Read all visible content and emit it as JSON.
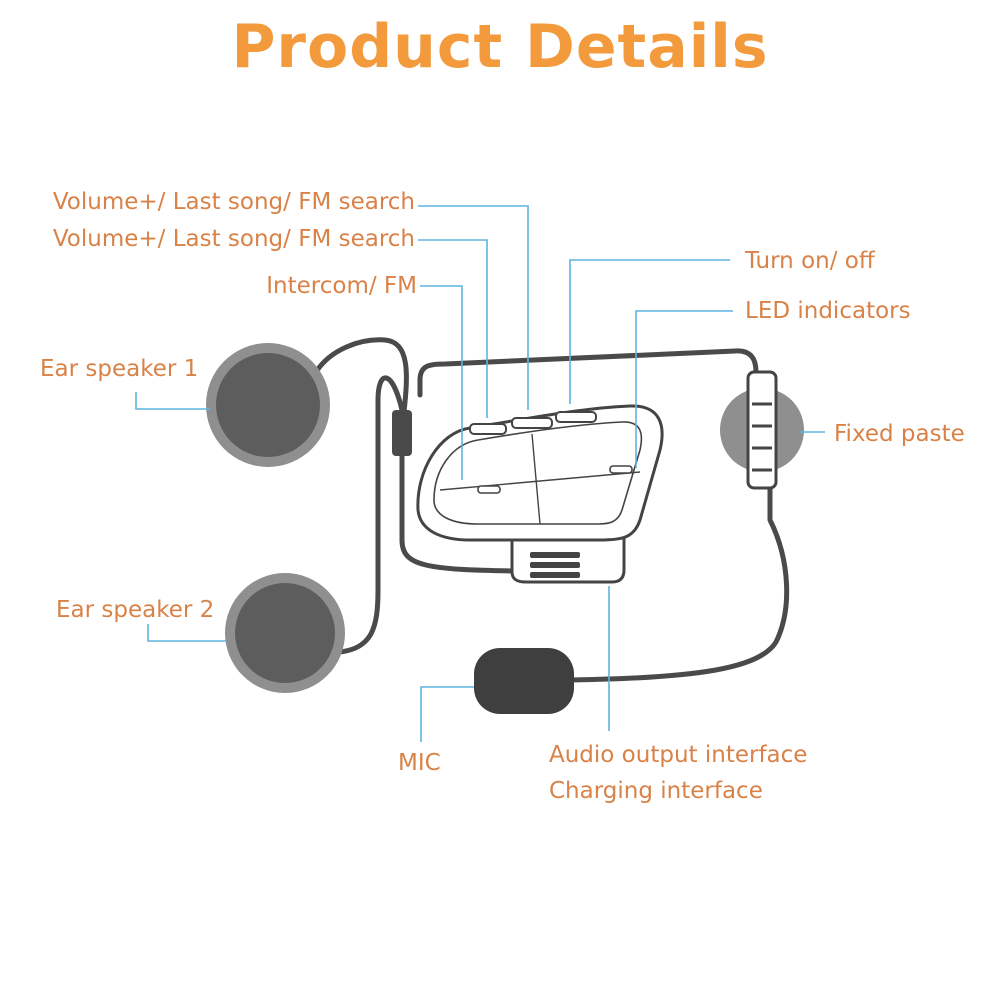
{
  "title": "Product Details",
  "colors": {
    "title": "#F39A3C",
    "label": "#D98248",
    "leader": "#5FB4DE",
    "outline": "#444444",
    "cable": "#4a4a4a",
    "speaker_rim": "#8f8f8f",
    "speaker_face": "#5d5d5d",
    "mic": "#3f3f3f"
  },
  "labels": {
    "vol_1": "Volume+/ Last song/ FM search",
    "vol_2": "Volume+/ Last song/ FM search",
    "intercom": "Intercom/ FM",
    "turn_on_off": "Turn on/ off",
    "led": "LED indicators",
    "ear_speaker_1": "Ear speaker 1",
    "ear_speaker_2": "Ear speaker 2",
    "fixed_paste": "Fixed paste",
    "mic": "MIC",
    "audio_output": "Audio output interface",
    "charging": "Charging interface"
  },
  "icons": {
    "speaker": "ear-speaker-icon",
    "mic": "microphone-icon",
    "unit": "headset-unit-icon",
    "paste": "fixed-paste-icon"
  }
}
